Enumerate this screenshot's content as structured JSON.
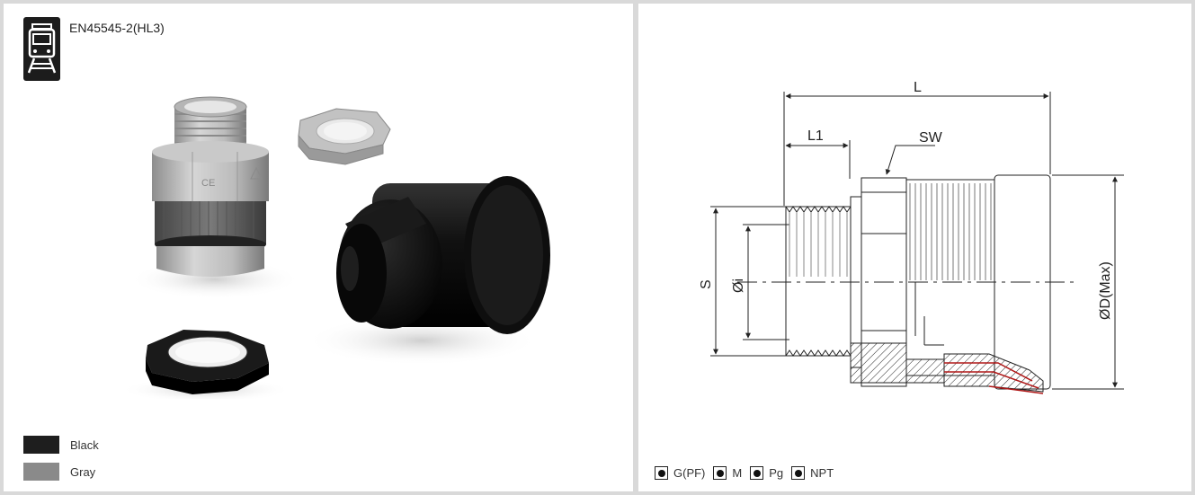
{
  "left_panel": {
    "standard_icon": "train-icon",
    "standard_label": "EN45545-2(HL3)",
    "colors": [
      {
        "label": "Black",
        "hex": "#1e1e1e"
      },
      {
        "label": "Gray",
        "hex": "#8a8a8a"
      }
    ]
  },
  "right_panel": {
    "dimensions": {
      "L": "L",
      "L1": "L1",
      "SW": "SW",
      "S": "S",
      "Oi": "Øi",
      "OD": "ØD(Max)"
    },
    "thread_types": [
      {
        "label": "G(PF)"
      },
      {
        "label": "M"
      },
      {
        "label": "Pg"
      },
      {
        "label": "NPT"
      }
    ]
  }
}
